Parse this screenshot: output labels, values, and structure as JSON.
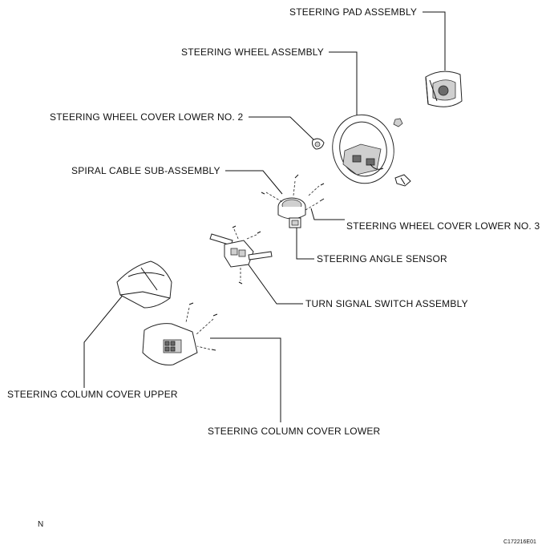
{
  "labels": {
    "steering_pad_assembly": "STEERING PAD ASSEMBLY",
    "steering_wheel_assembly": "STEERING WHEEL ASSEMBLY",
    "steering_wheel_cover_lower_no2": "STEERING WHEEL COVER LOWER NO. 2",
    "spiral_cable_sub_assembly": "SPIRAL CABLE SUB-ASSEMBLY",
    "steering_wheel_cover_lower_no3": "STEERING WHEEL COVER LOWER NO. 3",
    "steering_angle_sensor": "STEERING ANGLE SENSOR",
    "turn_signal_switch_assembly": "TURN SIGNAL SWITCH ASSEMBLY",
    "steering_column_cover_upper": "STEERING COLUMN COVER UPPER",
    "steering_column_cover_lower": "STEERING COLUMN COVER LOWER"
  },
  "footer": {
    "n_mark": "N",
    "figure_code": "C172216E01"
  }
}
